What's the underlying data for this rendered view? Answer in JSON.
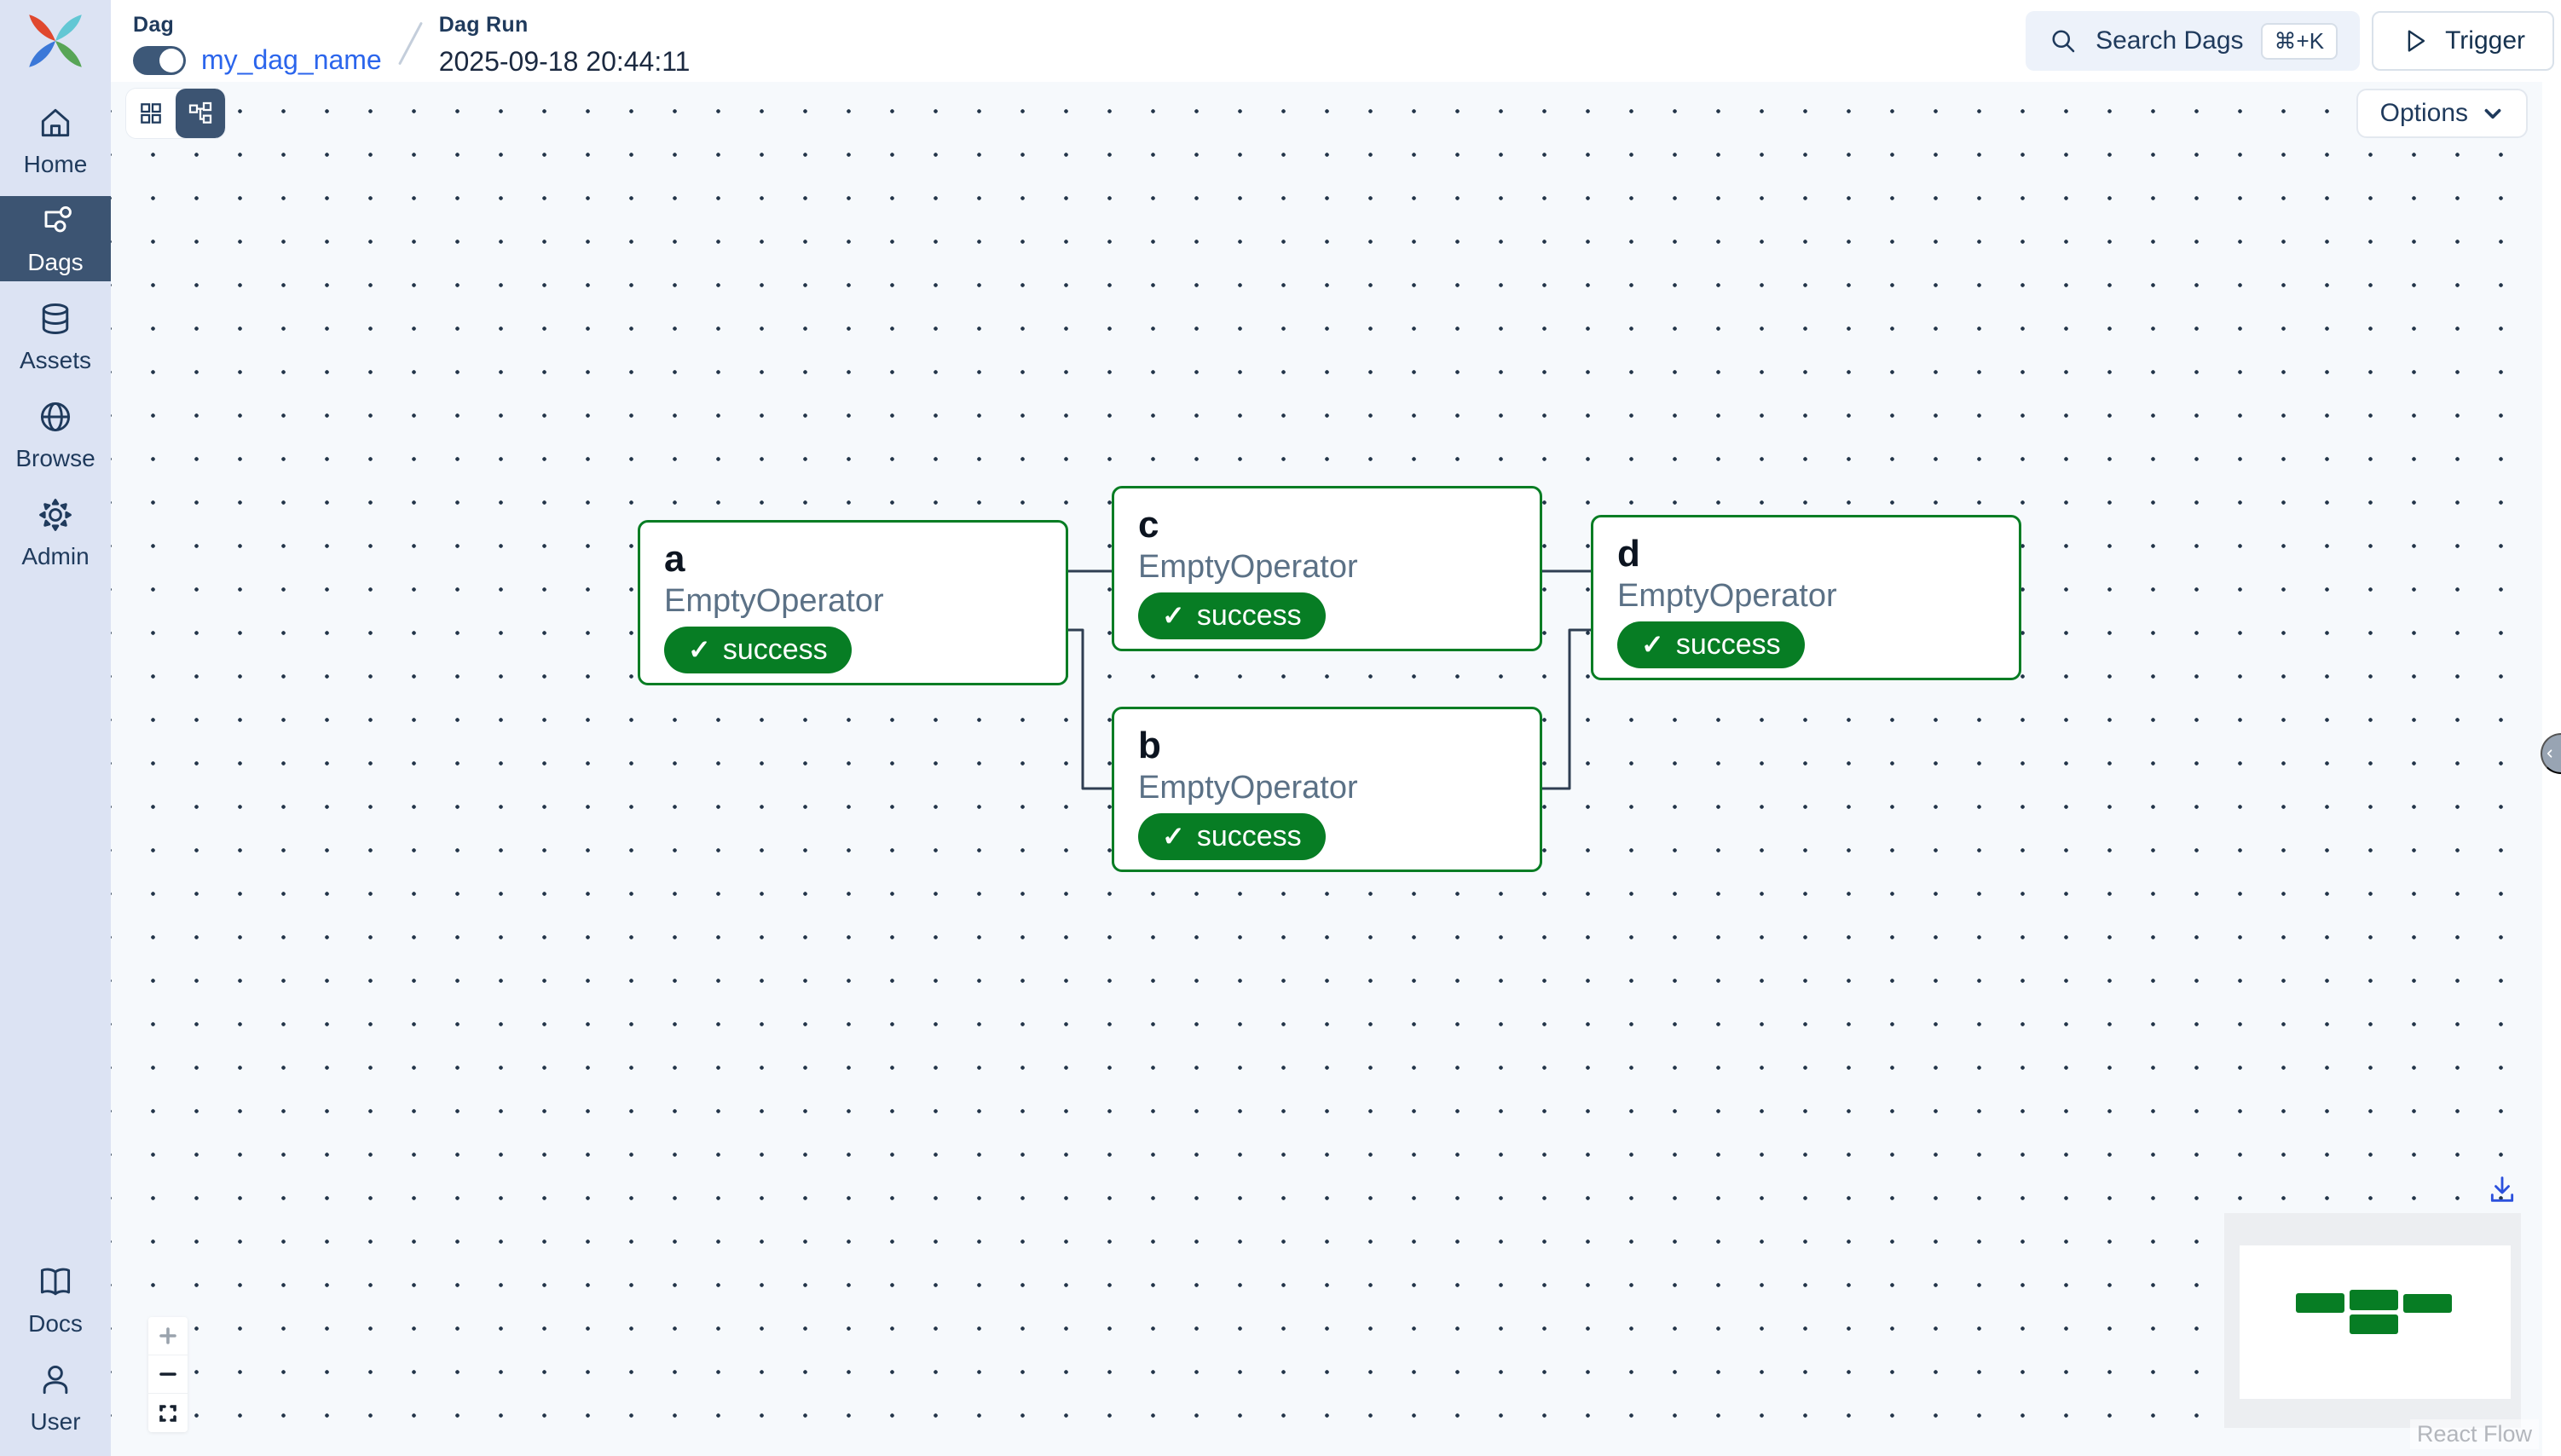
{
  "header": {
    "breadcrumb": {
      "dag_label": "Dag",
      "dag_name": "my_dag_name",
      "dag_run_label": "Dag Run",
      "dag_run_value": "2025-09-18 20:44:11"
    },
    "search_label": "Search Dags",
    "search_kbd": "⌘+K",
    "trigger_label": "Trigger"
  },
  "sidebar": {
    "items": [
      {
        "label": "Home"
      },
      {
        "label": "Dags"
      },
      {
        "label": "Assets"
      },
      {
        "label": "Browse"
      },
      {
        "label": "Admin"
      }
    ],
    "bottom_items": [
      {
        "label": "Docs"
      },
      {
        "label": "User"
      }
    ],
    "active_item": "Dags"
  },
  "canvas": {
    "options_label": "Options",
    "attribution": "React Flow",
    "check_glyph": "✓"
  },
  "graph": {
    "nodes": [
      {
        "id": "a",
        "operator": "EmptyOperator",
        "state": "success"
      },
      {
        "id": "b",
        "operator": "EmptyOperator",
        "state": "success"
      },
      {
        "id": "c",
        "operator": "EmptyOperator",
        "state": "success"
      },
      {
        "id": "d",
        "operator": "EmptyOperator",
        "state": "success"
      }
    ],
    "edges": [
      "a→c",
      "a→b",
      "c→d",
      "b→d"
    ]
  },
  "colors": {
    "success_green": "#077d24",
    "sidebar_bg": "#dce3f3",
    "sidebar_active": "#3c5472",
    "link_blue": "#2b65ec",
    "canvas_bg": "#f6f9fc"
  }
}
